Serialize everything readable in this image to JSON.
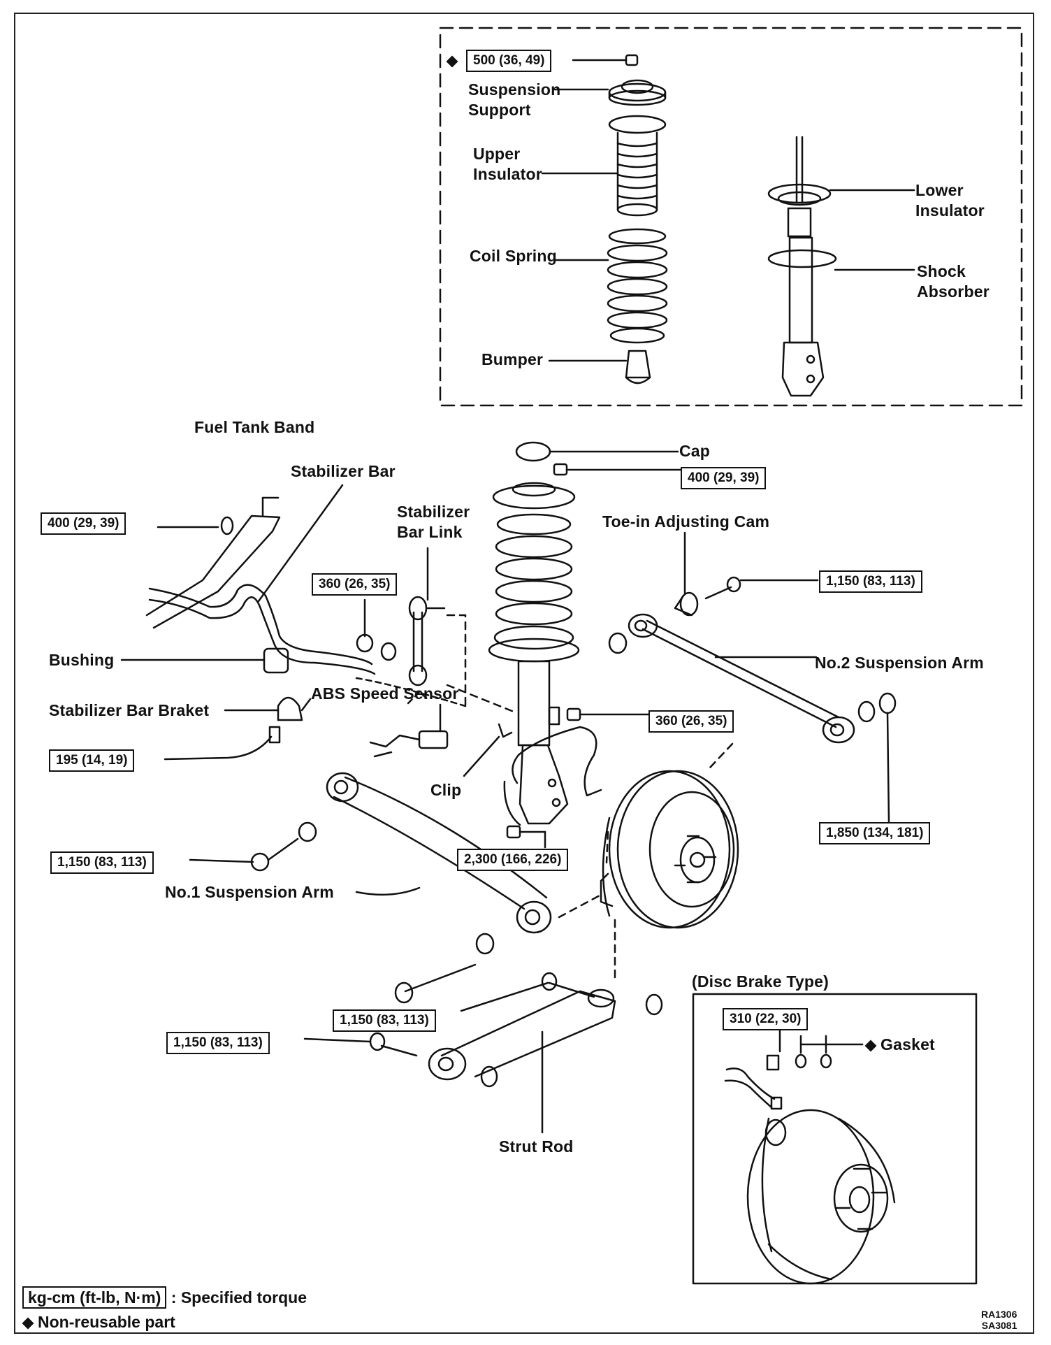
{
  "inset_top": {
    "torque_nut": "500 (36, 49)",
    "labels": {
      "suspension_support": [
        "Suspension",
        "Support"
      ],
      "upper_insulator": [
        "Upper",
        "Insulator"
      ],
      "coil_spring": "Coil Spring",
      "bumper": "Bumper",
      "lower_insulator": [
        "Lower",
        "Insulator"
      ],
      "shock_absorber": [
        "Shock",
        "Absorber"
      ]
    }
  },
  "main": {
    "labels": {
      "fuel_tank_band": "Fuel Tank Band",
      "stabilizer_bar": "Stabilizer Bar",
      "stabilizer_bar_link": [
        "Stabilizer",
        "Bar Link"
      ],
      "cap": "Cap",
      "toe_in_cam": "Toe-in Adjusting Cam",
      "bushing": "Bushing",
      "abs_speed_sensor": "ABS Speed Sensor",
      "stabilizer_bar_bracket": "Stabilizer Bar Braket",
      "no2_arm": "No.2 Suspension Arm",
      "clip": "Clip",
      "no1_arm": "No.1 Suspension Arm",
      "strut_rod": "Strut Rod"
    },
    "torques": {
      "fuel_tank_band": "400 (29, 39)",
      "strut_top": "400 (29, 39)",
      "stab_link": "360 (26, 35)",
      "toe_cam": "1,150 (83, 113)",
      "knuckle": "360 (26, 35)",
      "bracket": "195 (14, 19)",
      "no2_arm_rear": "1,850 (134, 181)",
      "strut_lower": "2,300 (166, 226)",
      "no1_arm": "1,150 (83, 113)",
      "strut_rod_1": "1,150 (83, 113)",
      "strut_rod_2": "1,150 (83, 113)"
    }
  },
  "inset_disc": {
    "title": "(Disc Brake Type)",
    "torque": "310 (22, 30)",
    "gasket": "Gasket"
  },
  "legend": {
    "unit": "kg-cm (ft-lb, N·m)",
    "unit_desc": ": Specified torque",
    "non_reusable": "Non-reusable part"
  },
  "codes": [
    "RA1306",
    "SA3081"
  ]
}
